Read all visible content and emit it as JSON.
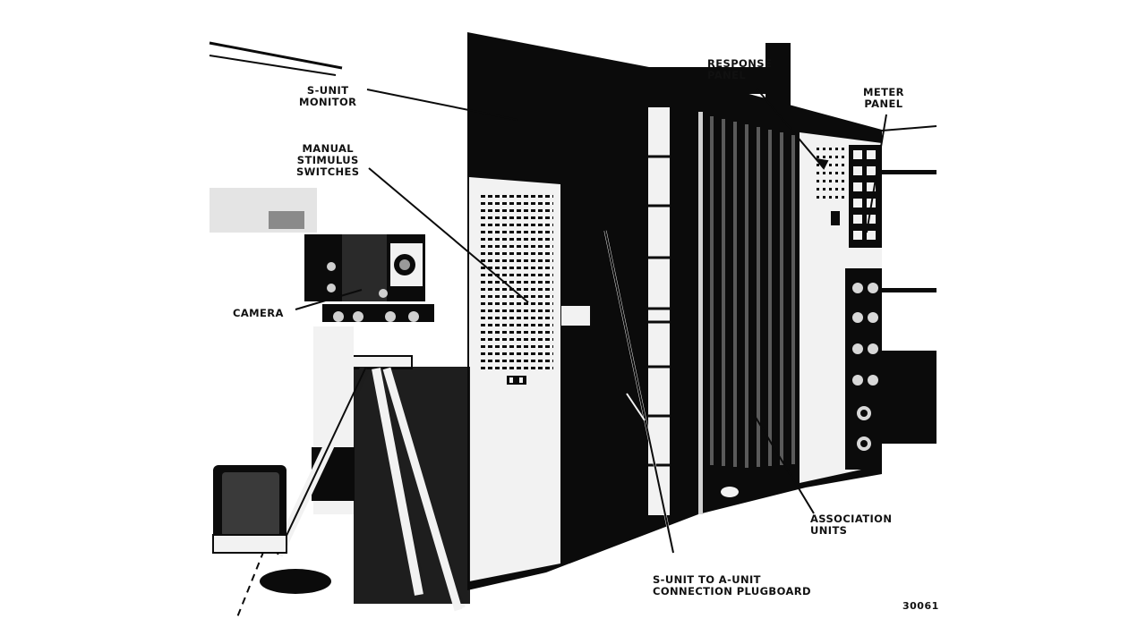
{
  "labels": {
    "s_unit_monitor": "S-UNIT\nMONITOR",
    "manual_stimulus_switches": "MANUAL\nSTIMULUS\nSWITCHES",
    "camera": "CAMERA",
    "response_panel": "RESPONSE\nPANEL",
    "meter_panel": "METER\nPANEL",
    "association_units": "ASSOCIATION\nUNITS",
    "plugboard": "S-UNIT TO A-UNIT\nCONNECTION PLUGBOARD"
  },
  "figure_number": "30061",
  "colors": {
    "background": "#ffffff",
    "ink": "#0b0b0b",
    "panel_white": "#f2f2f2"
  }
}
